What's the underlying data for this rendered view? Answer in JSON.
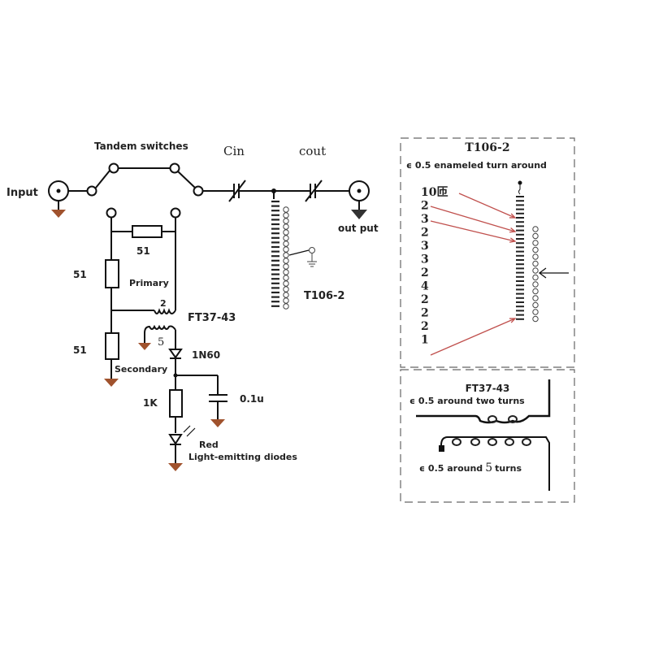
{
  "main_circuit": {
    "tandem_switches": "Tandem switches",
    "input": "Input",
    "output": "out put",
    "cin": "Cin",
    "cout": "cout",
    "coil": "T106-2",
    "r_top": "51",
    "r_left": "51",
    "r_bottom": "51",
    "primary": "Primary",
    "primary_turns": "2",
    "transformer": "FT37-43",
    "secondary_turns": "5",
    "secondary": "Secondary",
    "diode": "1N60",
    "resistor_1k": "1K",
    "capacitor": "0.1u",
    "led_line1": "Red",
    "led_line2": "Light-emitting diodes"
  },
  "t106_panel": {
    "title": "T106-2",
    "subtitle": "ϵ 0.5 enameled turn around",
    "tap_turns": [
      "10匝",
      "2",
      "3",
      "2",
      "3",
      "3",
      "2",
      "4",
      "2",
      "2",
      "2",
      "1"
    ]
  },
  "ft37_panel": {
    "title": "FT37-43",
    "primary_note": "ϵ 0.5 around two turns",
    "secondary_note_prefix": "ϵ 0.5 around",
    "secondary_note_num": "5",
    "secondary_note_suffix": "turns"
  },
  "colors": {
    "ground": "#a0522d",
    "arrows": "#c0504d",
    "wire": "#111111"
  }
}
